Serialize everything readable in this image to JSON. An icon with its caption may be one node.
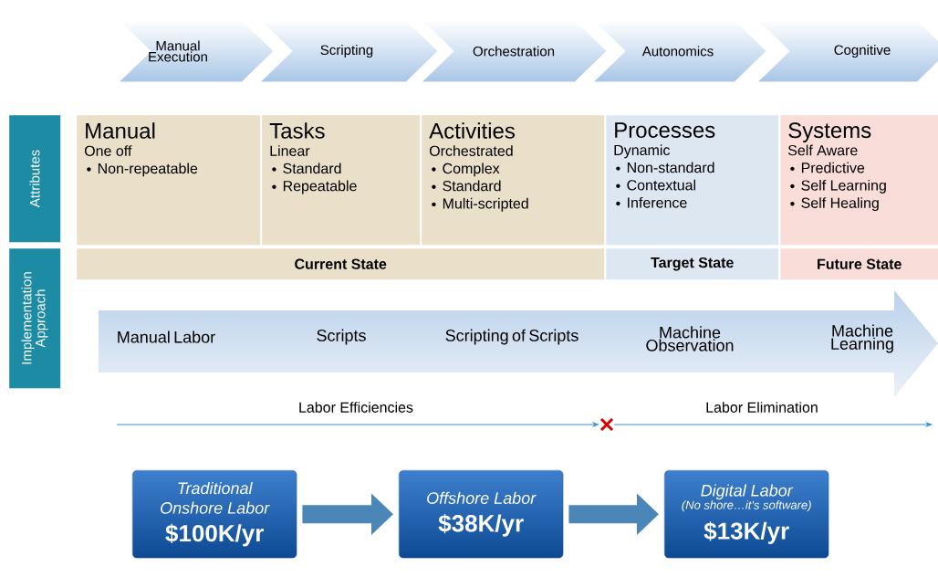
{
  "diagram": {
    "nodes": [
      {
        "text": [
          "Manual Execution"
        ]
      },
      {
        "text": [
          "Scripting"
        ]
      },
      {
        "text": [
          "Orchestration"
        ]
      },
      {
        "text": [
          "Autonomics"
        ]
      },
      {
        "text": [
          "Cognitive"
        ]
      },
      {
        "text": [
          "Attributes"
        ]
      },
      {
        "text": [
          "Implementation Approach"
        ]
      },
      {
        "text": [
          "Manual",
          "One off",
          "Non-repeatable"
        ]
      },
      {
        "text": [
          "Tasks",
          "Linear",
          "Standard",
          "Repeatable"
        ]
      },
      {
        "text": [
          "Activities",
          "Orchestrated",
          "Complex",
          "Standard",
          "Multi-scripted"
        ]
      },
      {
        "text": [
          "Processes",
          "Dynamic",
          "Non-standard",
          "Contextual",
          "Inference"
        ]
      },
      {
        "text": [
          "Systems",
          "Self Aware",
          "Predictive",
          "Self Learning",
          "Self Healing"
        ]
      },
      {
        "text": [
          "Current State"
        ]
      },
      {
        "text": [
          "Target State"
        ]
      },
      {
        "text": [
          "Future State"
        ]
      },
      {
        "text": [
          "Manual Labor",
          "Scripts",
          "Scripting of Scripts",
          "Machine Observation",
          "Machine Learning"
        ]
      },
      {
        "text": [],
        "shape": "cross"
      },
      {
        "text": [
          "Traditional Onshore Labor",
          "$100K/yr"
        ]
      },
      {
        "text": [
          "Offshore Labor",
          "$38K/yr"
        ]
      },
      {
        "text": [
          "Digital Labor",
          "(No shore…it's software)",
          "$13K/yr"
        ]
      }
    ],
    "edges": [
      {
        "from": null,
        "to": 16,
        "arrow": "to",
        "label": "Labor Efficiencies",
        "color": "#3b8fcf"
      },
      {
        "from": 16,
        "to": null,
        "arrow": "to",
        "label": "Labor Elimination",
        "color": "#3b8fcf"
      },
      {
        "from": 17,
        "to": 18,
        "arrow": "to",
        "style": "thick",
        "color": "#4a86b8"
      },
      {
        "from": 18,
        "to": 19,
        "arrow": "to",
        "style": "thick",
        "color": "#4a86b8"
      }
    ]
  }
}
